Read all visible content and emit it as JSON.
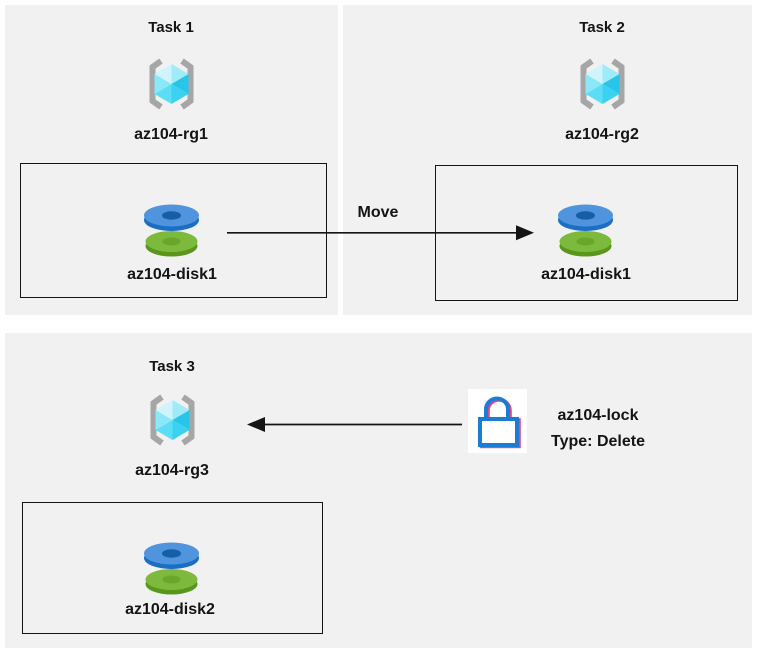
{
  "diagram": {
    "tasks": {
      "task1": {
        "title": "Task 1",
        "resource_group": "az104-rg1",
        "disk": "az104-disk1"
      },
      "task2": {
        "title": "Task 2",
        "resource_group": "az104-rg2",
        "disk": "az104-disk1"
      },
      "task3": {
        "title": "Task 3",
        "resource_group": "az104-rg3",
        "disk": "az104-disk2"
      }
    },
    "move_arrow": {
      "label": "Move"
    },
    "lock": {
      "name": "az104-lock",
      "type": "Type: Delete"
    },
    "icons": {
      "resource_group": "resource-group-icon",
      "disk": "disk-icon",
      "lock": "lock-icon"
    },
    "colors": {
      "panel_bg": "#f1f1f1",
      "box_border": "#141414",
      "arrow": "#141414",
      "bracket_gray": "#a6a6a6",
      "cube_cyan": "#50dcf4",
      "disk_blue": "#4f94dd",
      "disk_green": "#7cb93c",
      "lock_blue": "#1b7cd4",
      "lock_ghost_pink": "#e0468e"
    }
  }
}
